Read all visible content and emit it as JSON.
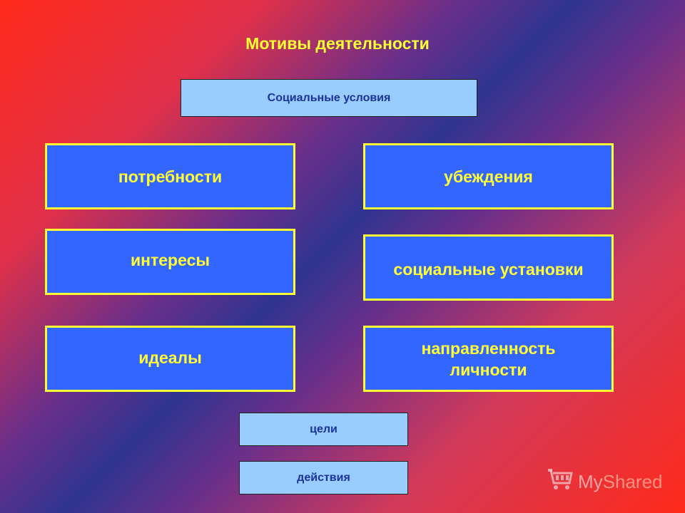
{
  "diagram": {
    "title": "Мотивы деятельности",
    "top_box": "Социальные условия",
    "left_column": [
      "потребности",
      "интересы",
      "идеалы"
    ],
    "right_column": [
      "убеждения",
      "социальные установки",
      "направленность личности"
    ],
    "bottom_boxes": [
      "цели",
      "действия"
    ]
  },
  "watermark": {
    "prefix": "My",
    "suffix": "Shared",
    "icon": "shopping-cart-icon"
  }
}
